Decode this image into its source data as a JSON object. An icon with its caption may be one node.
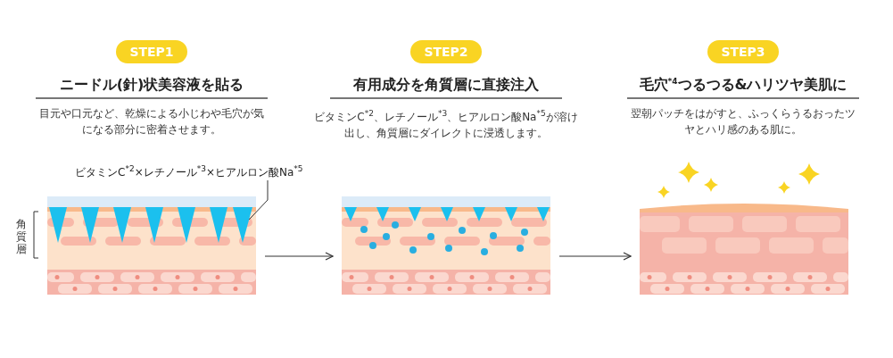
{
  "diagram": {
    "nodes": [
      {
        "text": [
          "STEP1"
        ]
      },
      {
        "text": [
          "STEP2"
        ]
      },
      {
        "text": [
          "STEP3"
        ]
      },
      {
        "text": [],
        "shape": "picture"
      },
      {
        "text": [],
        "shape": "picture"
      },
      {
        "text": [],
        "shape": "picture"
      },
      {
        "text": [
          "ビタミンC$^{*2}$×レチノール$^{*3}$×ヒアルロン酸Na$^{*5}$"
        ]
      },
      {
        "text": [],
        "shape": "triangle",
        "in": 3
      }
    ],
    "edges": [
      {
        "from": 3,
        "to": 4,
        "arrow": "to"
      },
      {
        "from": 4,
        "to": 5,
        "arrow": "to"
      },
      {
        "from": 6,
        "to": 7,
        "arrow": "none"
      }
    ],
    "labels": [
      "ニードル(針)状美容液を貼る",
      "目元や口元など、乾燥による小じわや毛穴が気になる部分に密着させます。",
      "有用成分を角質層に直接注入",
      "ビタミンC$^{*2}$、レチノール$^{*3}$、ヒアルロン酸Na$^{*5}$が溶け出し、角質層にダイレクトに浸透します。",
      "毛穴$^{*4}$つるつる&ハリツヤ美肌に",
      "翌朝パッチをはがすと、ふっくらうるおったツヤとハリ感のある肌に。",
      "角質層"
    ]
  }
}
